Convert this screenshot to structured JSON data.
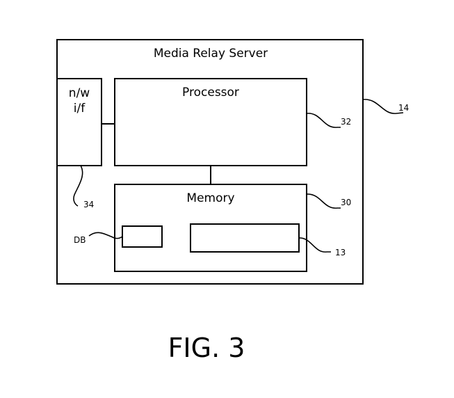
{
  "diagram": {
    "server": {
      "label": "Media Relay Server",
      "ref": "14"
    },
    "network_interface": {
      "label_line1": "n/w",
      "label_line2": "i/f",
      "ref": "34"
    },
    "processor": {
      "label": "Processor",
      "ref": "32"
    },
    "memory": {
      "label": "Memory",
      "ref": "30"
    },
    "database": {
      "label": "DB"
    },
    "memory_module": {
      "ref": "13"
    },
    "figure_caption": "FIG. 3"
  }
}
